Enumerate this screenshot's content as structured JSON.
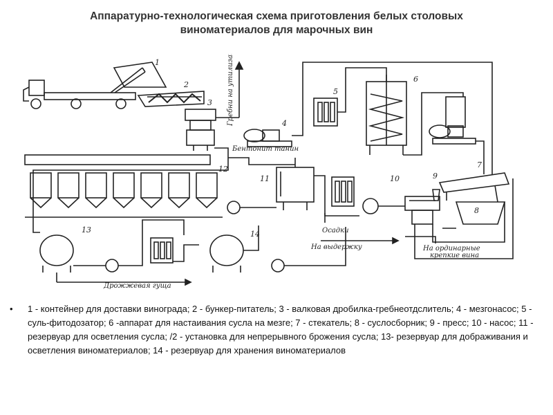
{
  "title": {
    "line1": "Аппаратурно-технологическая схема приготовления белых столовых",
    "line2": "виноматериалов для марочных вин"
  },
  "diagram": {
    "labels": {
      "stems": "Гребни на утилизацию",
      "bentonite": "Бентонит танин",
      "sediment": "Осадки",
      "aging": "На выдержку",
      "ordinary_1": "На ординарные",
      "ordinary_2": "крепкие вина",
      "yeast": "Дрожжевая гуща"
    },
    "numbers": [
      "1",
      "2",
      "3",
      "4",
      "5",
      "6",
      "7",
      "8",
      "9",
      "10",
      "11",
      "12",
      "13",
      "14"
    ]
  },
  "legend": {
    "bullet": "•",
    "text": "1 - контейнер для доставки винограда; 2 - бункер-питатель; 3 - валковая дробилка-гребнеотдслитель; 4 - мезгонасос; 5 - суль-фитодозатор; 6 -аппарат для настаивания сусла на мезге; 7 - стекатель; 8 - суслосборник; 9 - пресс; 10 - насос; 11 - резервуар для осветления сусла; /2 - установка для непрерывного брожения сусла; 13- резервуар для дображивания и осветления виноматериалов; 14 - резервуар для хранения виноматериалов"
  }
}
